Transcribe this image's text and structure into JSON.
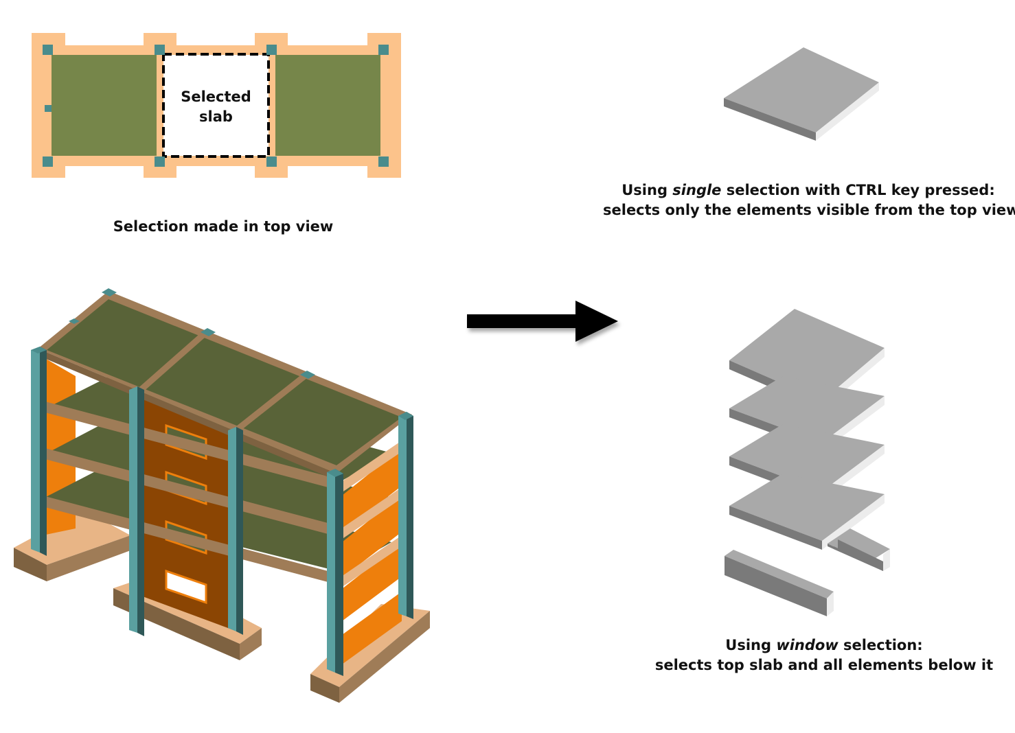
{
  "top_view": {
    "selected_label_line1": "Selected",
    "selected_label_line2": "slab",
    "caption": "Selection made in top view"
  },
  "single_selection": {
    "line1_before": "Using ",
    "line1_em": "single",
    "line1_after": " selection with CTRL key pressed:",
    "line2": "selects only the elements visible from the top view"
  },
  "window_selection": {
    "line1_before": "Using ",
    "line1_em": "window",
    "line1_after": " selection:",
    "line2": "selects top slab and all elements below it"
  },
  "colors": {
    "beam_tan": "#fcc38b",
    "slab_green": "#76864a",
    "column_teal": "#4a8c8c",
    "wall_orange": "#ee7f0c",
    "wall_brown": "#8b4503",
    "slab_grey": "#a9a9a9"
  },
  "icons": [
    "arrow-right-icon"
  ]
}
